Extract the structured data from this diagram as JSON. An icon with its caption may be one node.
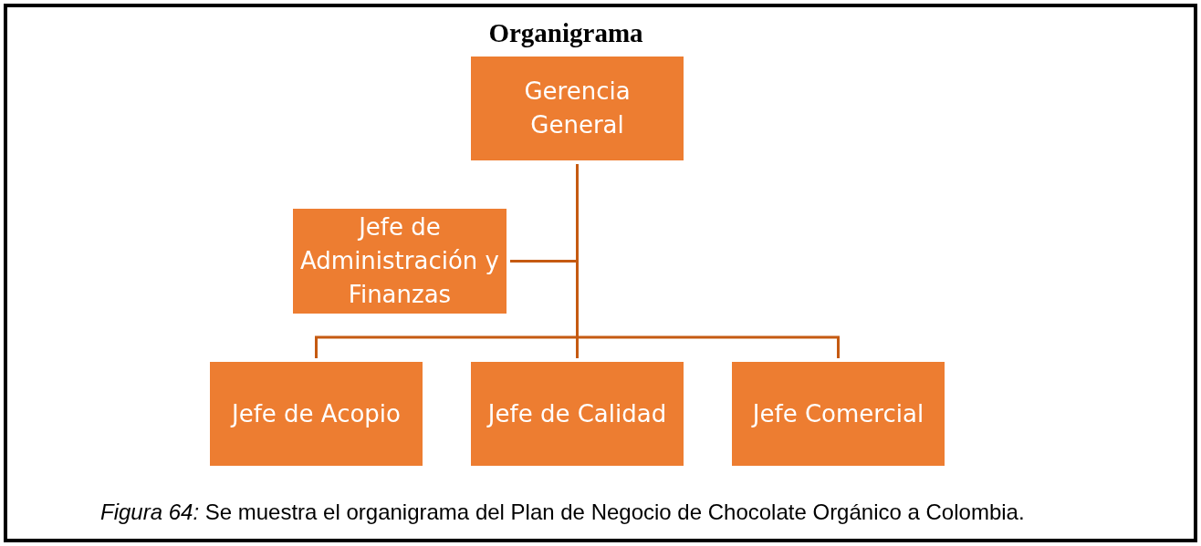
{
  "diagram": {
    "title": "Organigrama",
    "caption": "*Figura 64:* Se muestra el organigrama del Plan de Negocio de Chocolate Orgánico a Colombia.",
    "nodes": [
      {
        "text": [
          "Gerencia General"
        ]
      },
      {
        "text": [
          "Jefe de Administración y Finanzas"
        ]
      },
      {
        "text": [
          "Jefe de Acopio"
        ]
      },
      {
        "text": [
          "Jefe de Calidad"
        ]
      },
      {
        "text": [
          "Jefe Comercial"
        ]
      }
    ],
    "edges": [
      {
        "from": 0,
        "to": 1,
        "arrow": "none"
      },
      {
        "from": 0,
        "to": 2,
        "arrow": "none"
      },
      {
        "from": 0,
        "to": 3,
        "arrow": "none"
      },
      {
        "from": 0,
        "to": 4,
        "arrow": "none"
      }
    ]
  }
}
